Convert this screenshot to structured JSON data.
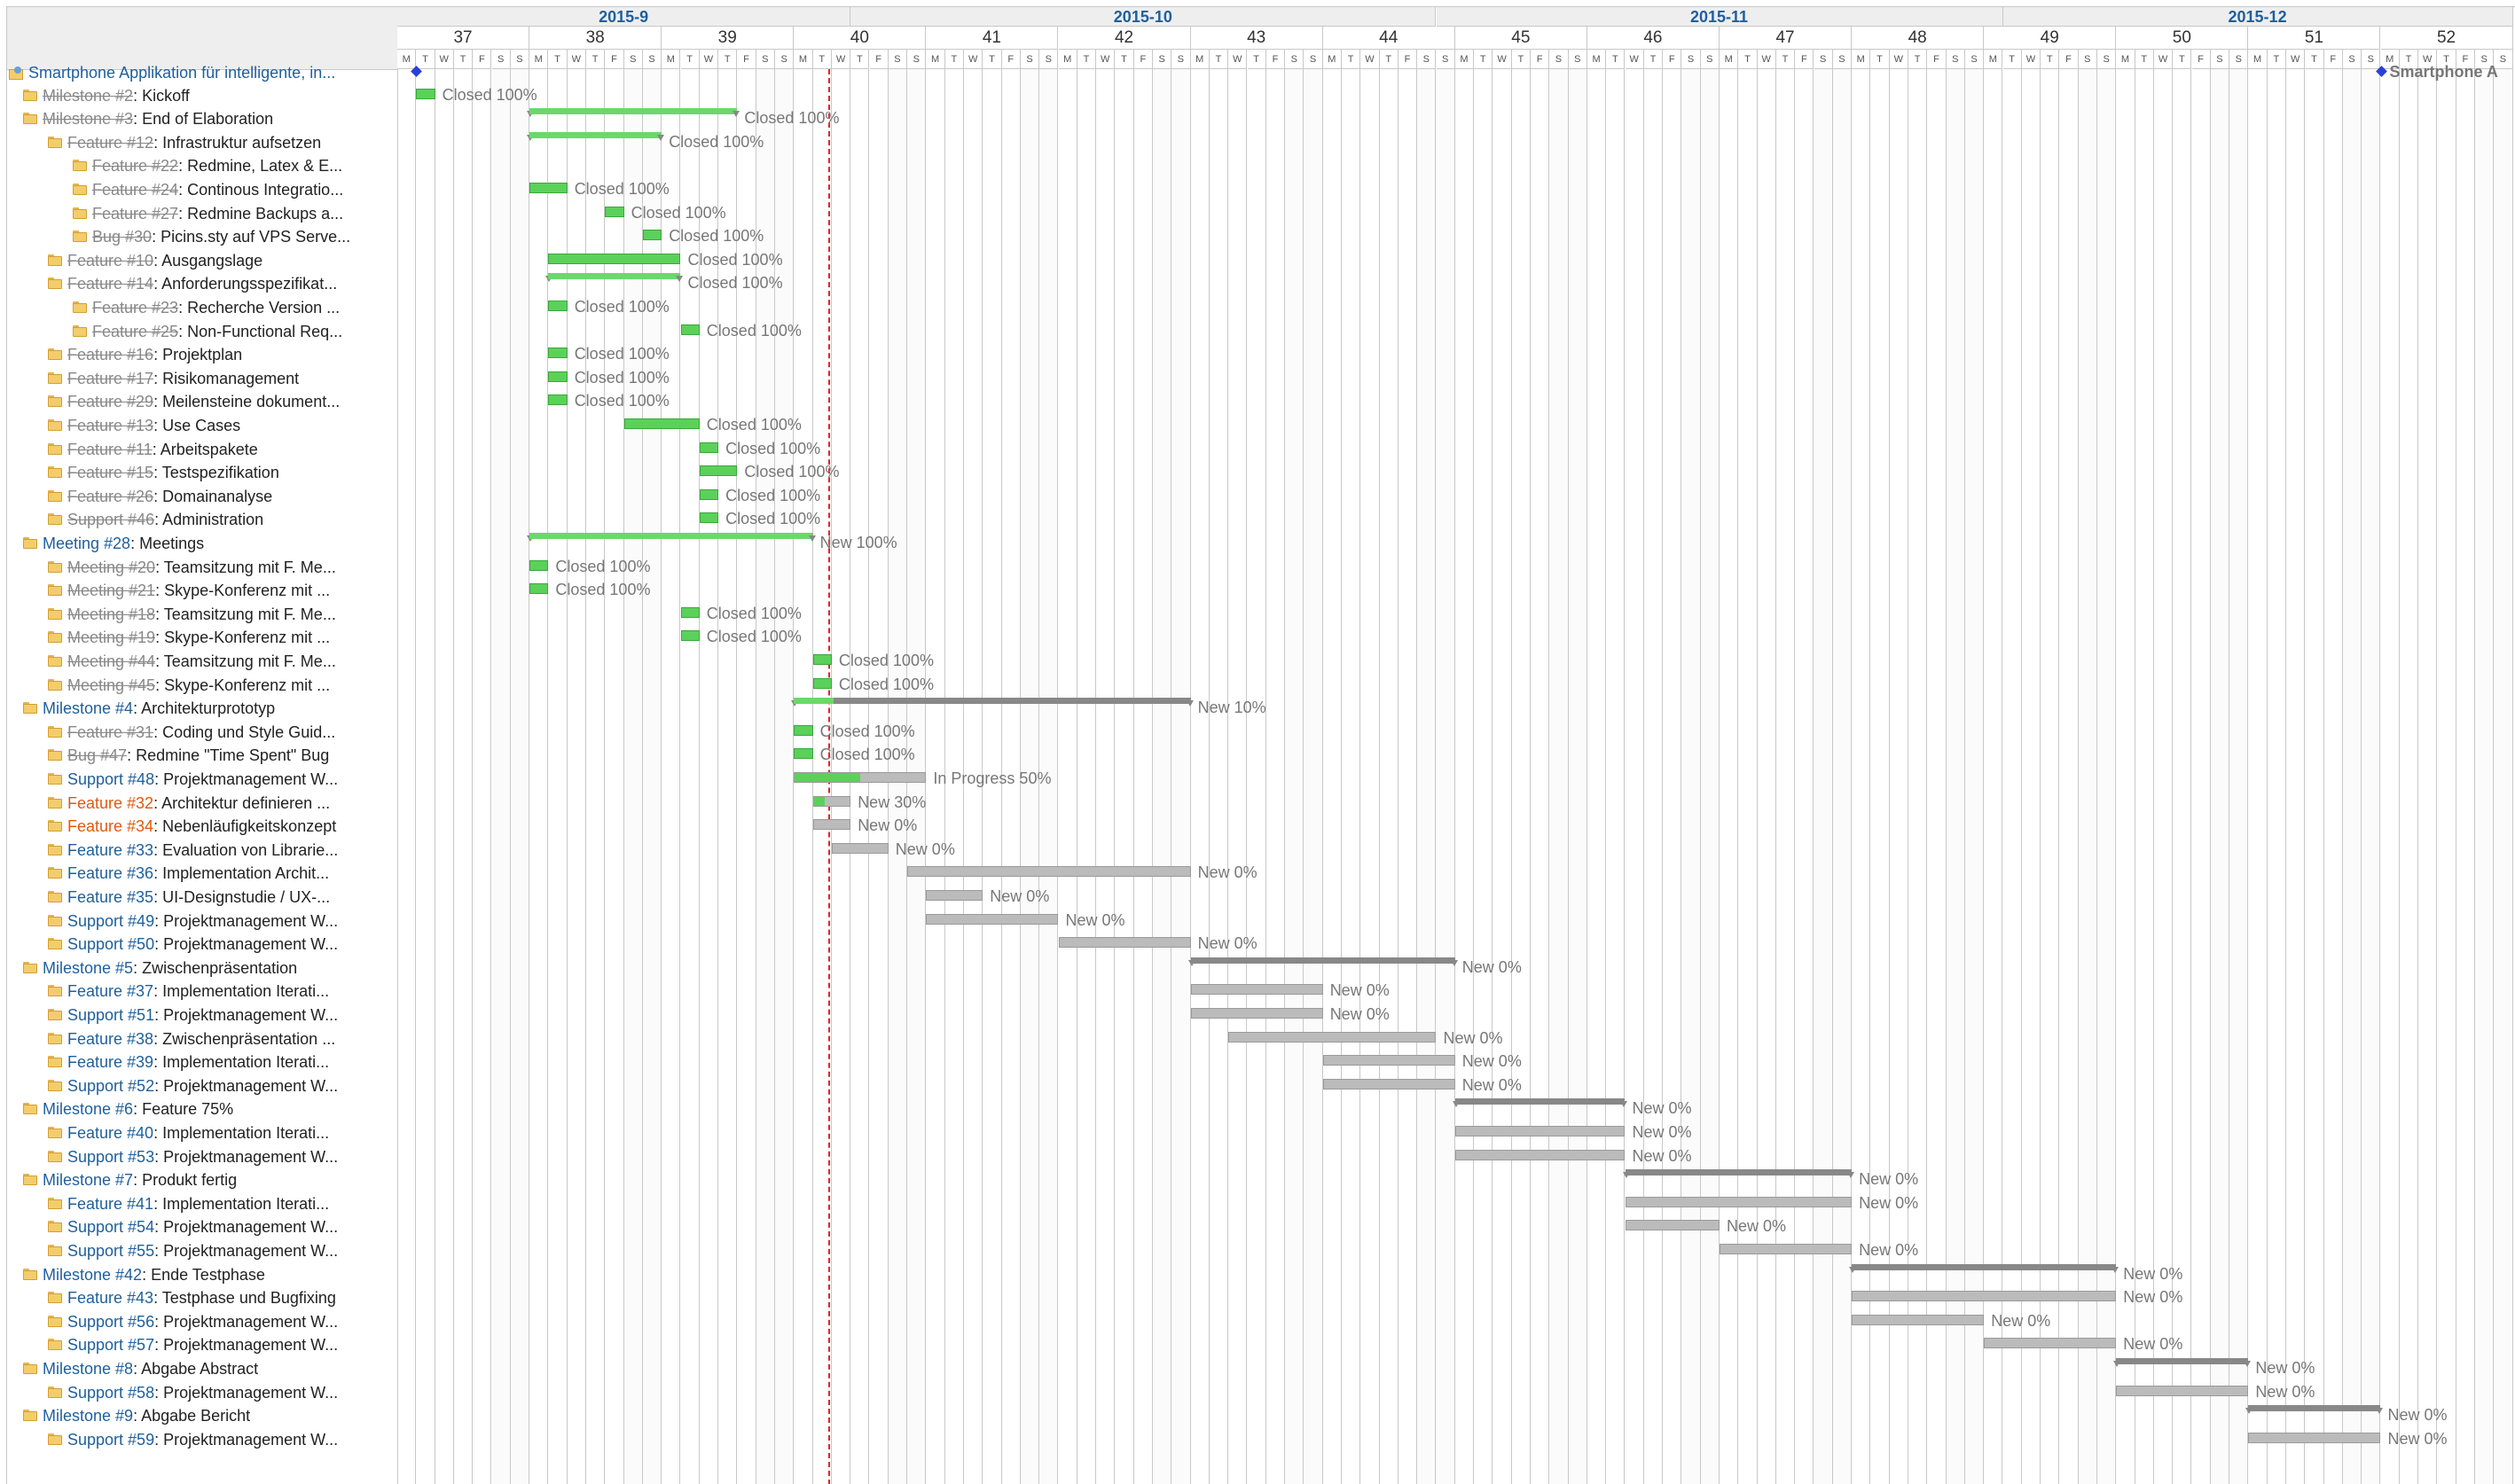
{
  "timeline": {
    "months": [
      {
        "label": "2015-9"
      },
      {
        "label": "2015-10"
      },
      {
        "label": "2015-11"
      },
      {
        "label": "2015-12"
      }
    ],
    "weeks": [
      "37",
      "38",
      "39",
      "40",
      "41",
      "42",
      "43",
      "44",
      "45",
      "46",
      "47",
      "48",
      "49",
      "50",
      "51",
      "52"
    ],
    "day_letters": [
      "M",
      "T",
      "W",
      "T",
      "F",
      "S",
      "S"
    ],
    "today_offset_days": 22.8
  },
  "project": {
    "name": "Smartphone Applikation für intelligente, in...",
    "label": "Smartphone A"
  },
  "rows": [
    {
      "key": "Milestone #2",
      "sep": ": ",
      "title": "Kickoff",
      "level": 1,
      "closed": true,
      "start": 1,
      "end": 2,
      "done": 100,
      "status": "Closed 100%"
    },
    {
      "key": "Milestone #3",
      "sep": ": ",
      "title": "End of Elaboration",
      "level": 1,
      "closed": true,
      "start": 7,
      "end": 18,
      "done": 100,
      "status": "Closed 100%",
      "parent": true
    },
    {
      "key": "Feature #12",
      "sep": ": ",
      "title": "Infrastruktur aufsetzen",
      "level": 2,
      "closed": true,
      "start": 7,
      "end": 14,
      "done": 100,
      "status": "Closed 100%",
      "parent": true
    },
    {
      "key": "Feature #22",
      "sep": ": ",
      "title": "Redmine, Latex & E...",
      "level": 3,
      "closed": true,
      "start": null,
      "end": null,
      "done": 100,
      "status": ""
    },
    {
      "key": "Feature #24",
      "sep": ": ",
      "title": "Continous Integratio...",
      "level": 3,
      "closed": true,
      "start": 7,
      "end": 9,
      "done": 100,
      "status": "Closed 100%"
    },
    {
      "key": "Feature #27",
      "sep": ": ",
      "title": "Redmine Backups a...",
      "level": 3,
      "closed": true,
      "start": 11,
      "end": 12,
      "done": 100,
      "status": "Closed 100%"
    },
    {
      "key": "Bug #30",
      "sep": ": ",
      "title": "Picins.sty auf VPS Serve...",
      "level": 3,
      "closed": true,
      "start": 13,
      "end": 14,
      "done": 100,
      "status": "Closed 100%"
    },
    {
      "key": "Feature #10",
      "sep": ": ",
      "title": "Ausgangslage",
      "level": 2,
      "closed": true,
      "start": 8,
      "end": 15,
      "done": 100,
      "status": "Closed 100%"
    },
    {
      "key": "Feature #14",
      "sep": ": ",
      "title": "Anforderungsspezifikat...",
      "level": 2,
      "closed": true,
      "start": 8,
      "end": 15,
      "done": 100,
      "status": "Closed 100%",
      "parent": true
    },
    {
      "key": "Feature #23",
      "sep": ": ",
      "title": "Recherche Version ...",
      "level": 3,
      "closed": true,
      "start": 8,
      "end": 9,
      "done": 100,
      "status": "Closed 100%"
    },
    {
      "key": "Feature #25",
      "sep": ": ",
      "title": "Non-Functional Req...",
      "level": 3,
      "closed": true,
      "start": 15,
      "end": 16,
      "done": 100,
      "status": "Closed 100%"
    },
    {
      "key": "Feature #16",
      "sep": ": ",
      "title": "Projektplan",
      "level": 2,
      "closed": true,
      "start": 8,
      "end": 9,
      "done": 100,
      "status": "Closed 100%"
    },
    {
      "key": "Feature #17",
      "sep": ": ",
      "title": "Risikomanagement",
      "level": 2,
      "closed": true,
      "start": 8,
      "end": 9,
      "done": 100,
      "status": "Closed 100%"
    },
    {
      "key": "Feature #29",
      "sep": ": ",
      "title": "Meilensteine dokument...",
      "level": 2,
      "closed": true,
      "start": 8,
      "end": 9,
      "done": 100,
      "status": "Closed 100%"
    },
    {
      "key": "Feature #13",
      "sep": ": ",
      "title": "Use Cases",
      "level": 2,
      "closed": true,
      "start": 12,
      "end": 16,
      "done": 100,
      "status": "Closed 100%"
    },
    {
      "key": "Feature #11",
      "sep": ": ",
      "title": "Arbeitspakete",
      "level": 2,
      "closed": true,
      "start": 16,
      "end": 17,
      "done": 100,
      "status": "Closed 100%"
    },
    {
      "key": "Feature #15",
      "sep": ": ",
      "title": "Testspezifikation",
      "level": 2,
      "closed": true,
      "start": 16,
      "end": 18,
      "done": 100,
      "status": "Closed 100%"
    },
    {
      "key": "Feature #26",
      "sep": ": ",
      "title": "Domainanalyse",
      "level": 2,
      "closed": true,
      "start": 16,
      "end": 17,
      "done": 100,
      "status": "Closed 100%"
    },
    {
      "key": "Support #46",
      "sep": ": ",
      "title": "Administration",
      "level": 2,
      "closed": true,
      "start": 16,
      "end": 17,
      "done": 100,
      "status": "Closed 100%"
    },
    {
      "key": "Meeting #28",
      "sep": ": ",
      "title": "Meetings",
      "level": 1,
      "closed": false,
      "start": 7,
      "end": 22,
      "done": 100,
      "status": "New 100%",
      "parent": true
    },
    {
      "key": "Meeting #20",
      "sep": ": ",
      "title": "Teamsitzung mit F. Me...",
      "level": 2,
      "closed": true,
      "start": 7,
      "end": 8,
      "done": 100,
      "status": "Closed 100%"
    },
    {
      "key": "Meeting #21",
      "sep": ": ",
      "title": "Skype-Konferenz mit ...",
      "level": 2,
      "closed": true,
      "start": 7,
      "end": 8,
      "done": 100,
      "status": "Closed 100%"
    },
    {
      "key": "Meeting #18",
      "sep": ": ",
      "title": "Teamsitzung mit F. Me...",
      "level": 2,
      "closed": true,
      "start": 15,
      "end": 16,
      "done": 100,
      "status": "Closed 100%"
    },
    {
      "key": "Meeting #19",
      "sep": ": ",
      "title": "Skype-Konferenz mit ...",
      "level": 2,
      "closed": true,
      "start": 15,
      "end": 16,
      "done": 100,
      "status": "Closed 100%"
    },
    {
      "key": "Meeting #44",
      "sep": ": ",
      "title": "Teamsitzung mit F. Me...",
      "level": 2,
      "closed": true,
      "start": 22,
      "end": 23,
      "done": 100,
      "status": "Closed 100%"
    },
    {
      "key": "Meeting #45",
      "sep": ": ",
      "title": "Skype-Konferenz mit ...",
      "level": 2,
      "closed": true,
      "start": 22,
      "end": 23,
      "done": 100,
      "status": "Closed 100%"
    },
    {
      "key": "Milestone #4",
      "sep": ": ",
      "title": "Architekturprototyp",
      "level": 1,
      "closed": false,
      "start": 21,
      "end": 42,
      "done": 10,
      "status": "New 10%",
      "parent": true
    },
    {
      "key": "Feature #31",
      "sep": ": ",
      "title": "Coding und Style Guid...",
      "level": 2,
      "closed": true,
      "start": 21,
      "end": 22,
      "done": 100,
      "status": "Closed 100%"
    },
    {
      "key": "Bug #47",
      "sep": ": ",
      "title": "Redmine \"Time Spent\" Bug",
      "level": 2,
      "closed": true,
      "start": 21,
      "end": 22,
      "done": 100,
      "status": "Closed 100%"
    },
    {
      "key": "Support #48",
      "sep": ": ",
      "title": "Projektmanagement W...",
      "level": 2,
      "closed": false,
      "start": 21,
      "end": 28,
      "done": 50,
      "status": "In Progress 50%"
    },
    {
      "key": "Feature #32",
      "sep": ": ",
      "title": "Architektur definieren ...",
      "level": 2,
      "closed": false,
      "urgent": true,
      "start": 22,
      "end": 24,
      "done": 30,
      "status": "New 30%"
    },
    {
      "key": "Feature #34",
      "sep": ": ",
      "title": "Nebenläufigkeitskonzept",
      "level": 2,
      "closed": false,
      "urgent": true,
      "start": 22,
      "end": 24,
      "done": 0,
      "status": "New 0%"
    },
    {
      "key": "Feature #33",
      "sep": ": ",
      "title": "Evaluation von Librarie...",
      "level": 2,
      "closed": false,
      "start": 23,
      "end": 26,
      "done": 0,
      "status": "New 0%"
    },
    {
      "key": "Feature #36",
      "sep": ": ",
      "title": "Implementation Archit...",
      "level": 2,
      "closed": false,
      "start": 27,
      "end": 42,
      "done": 0,
      "status": "New 0%"
    },
    {
      "key": "Feature #35",
      "sep": ": ",
      "title": "UI-Designstudie / UX-...",
      "level": 2,
      "closed": false,
      "start": 28,
      "end": 31,
      "done": 0,
      "status": "New 0%"
    },
    {
      "key": "Support #49",
      "sep": ": ",
      "title": "Projektmanagement W...",
      "level": 2,
      "closed": false,
      "start": 28,
      "end": 35,
      "done": 0,
      "status": "New 0%"
    },
    {
      "key": "Support #50",
      "sep": ": ",
      "title": "Projektmanagement W...",
      "level": 2,
      "closed": false,
      "start": 35,
      "end": 42,
      "done": 0,
      "status": "New 0%"
    },
    {
      "key": "Milestone #5",
      "sep": ": ",
      "title": "Zwischenpräsentation",
      "level": 1,
      "closed": false,
      "start": 42,
      "end": 56,
      "done": 0,
      "status": "New 0%",
      "parent": true
    },
    {
      "key": "Feature #37",
      "sep": ": ",
      "title": "Implementation Iterati...",
      "level": 2,
      "closed": false,
      "start": 42,
      "end": 49,
      "done": 0,
      "status": "New 0%"
    },
    {
      "key": "Support #51",
      "sep": ": ",
      "title": "Projektmanagement W...",
      "level": 2,
      "closed": false,
      "start": 42,
      "end": 49,
      "done": 0,
      "status": "New 0%"
    },
    {
      "key": "Feature #38",
      "sep": ": ",
      "title": "Zwischenpräsentation ...",
      "level": 2,
      "closed": false,
      "start": 44,
      "end": 55,
      "done": 0,
      "status": "New 0%"
    },
    {
      "key": "Feature #39",
      "sep": ": ",
      "title": "Implementation Iterati...",
      "level": 2,
      "closed": false,
      "start": 49,
      "end": 56,
      "done": 0,
      "status": "New 0%"
    },
    {
      "key": "Support #52",
      "sep": ": ",
      "title": "Projektmanagement W...",
      "level": 2,
      "closed": false,
      "start": 49,
      "end": 56,
      "done": 0,
      "status": "New 0%"
    },
    {
      "key": "Milestone #6",
      "sep": ": ",
      "title": "Feature 75%",
      "level": 1,
      "closed": false,
      "start": 56,
      "end": 65,
      "done": 0,
      "status": "New 0%",
      "parent": true
    },
    {
      "key": "Feature #40",
      "sep": ": ",
      "title": "Implementation Iterati...",
      "level": 2,
      "closed": false,
      "start": 56,
      "end": 65,
      "done": 0,
      "status": "New 0%"
    },
    {
      "key": "Support #53",
      "sep": ": ",
      "title": "Projektmanagement W...",
      "level": 2,
      "closed": false,
      "start": 56,
      "end": 65,
      "done": 0,
      "status": "New 0%"
    },
    {
      "key": "Milestone #7",
      "sep": ": ",
      "title": "Produkt fertig",
      "level": 1,
      "closed": false,
      "start": 65,
      "end": 77,
      "done": 0,
      "status": "New 0%",
      "parent": true
    },
    {
      "key": "Feature #41",
      "sep": ": ",
      "title": "Implementation Iterati...",
      "level": 2,
      "closed": false,
      "start": 65,
      "end": 77,
      "done": 0,
      "status": "New 0%"
    },
    {
      "key": "Support #54",
      "sep": ": ",
      "title": "Projektmanagement W...",
      "level": 2,
      "closed": false,
      "start": 65,
      "end": 70,
      "done": 0,
      "status": "New 0%"
    },
    {
      "key": "Support #55",
      "sep": ": ",
      "title": "Projektmanagement W...",
      "level": 2,
      "closed": false,
      "start": 70,
      "end": 77,
      "done": 0,
      "status": "New 0%"
    },
    {
      "key": "Milestone #42",
      "sep": ": ",
      "title": "Ende Testphase",
      "level": 1,
      "closed": false,
      "start": 77,
      "end": 91,
      "done": 0,
      "status": "New 0%",
      "parent": true
    },
    {
      "key": "Feature #43",
      "sep": ": ",
      "title": "Testphase und Bugfixing",
      "level": 2,
      "closed": false,
      "start": 77,
      "end": 91,
      "done": 0,
      "status": "New 0%"
    },
    {
      "key": "Support #56",
      "sep": ": ",
      "title": "Projektmanagement W...",
      "level": 2,
      "closed": false,
      "start": 77,
      "end": 84,
      "done": 0,
      "status": "New 0%"
    },
    {
      "key": "Support #57",
      "sep": ": ",
      "title": "Projektmanagement W...",
      "level": 2,
      "closed": false,
      "start": 84,
      "end": 91,
      "done": 0,
      "status": "New 0%"
    },
    {
      "key": "Milestone #8",
      "sep": ": ",
      "title": "Abgabe Abstract",
      "level": 1,
      "closed": false,
      "start": 91,
      "end": 98,
      "done": 0,
      "status": "New 0%",
      "parent": true
    },
    {
      "key": "Support #58",
      "sep": ": ",
      "title": "Projektmanagement W...",
      "level": 2,
      "closed": false,
      "start": 91,
      "end": 98,
      "done": 0,
      "status": "New 0%"
    },
    {
      "key": "Milestone #9",
      "sep": ": ",
      "title": "Abgabe Bericht",
      "level": 1,
      "closed": false,
      "start": 98,
      "end": 105,
      "done": 0,
      "status": "New 0%",
      "parent": true
    },
    {
      "key": "Support #59",
      "sep": ": ",
      "title": "Projektmanagement W...",
      "level": 2,
      "closed": false,
      "start": 98,
      "end": 105,
      "done": 0,
      "status": "New 0%"
    }
  ],
  "colors": {
    "done": "#5bd15b",
    "todo": "#bbbbbb",
    "link": "#1f5f9b",
    "urgent": "#e0590e",
    "today": "#e02424"
  }
}
